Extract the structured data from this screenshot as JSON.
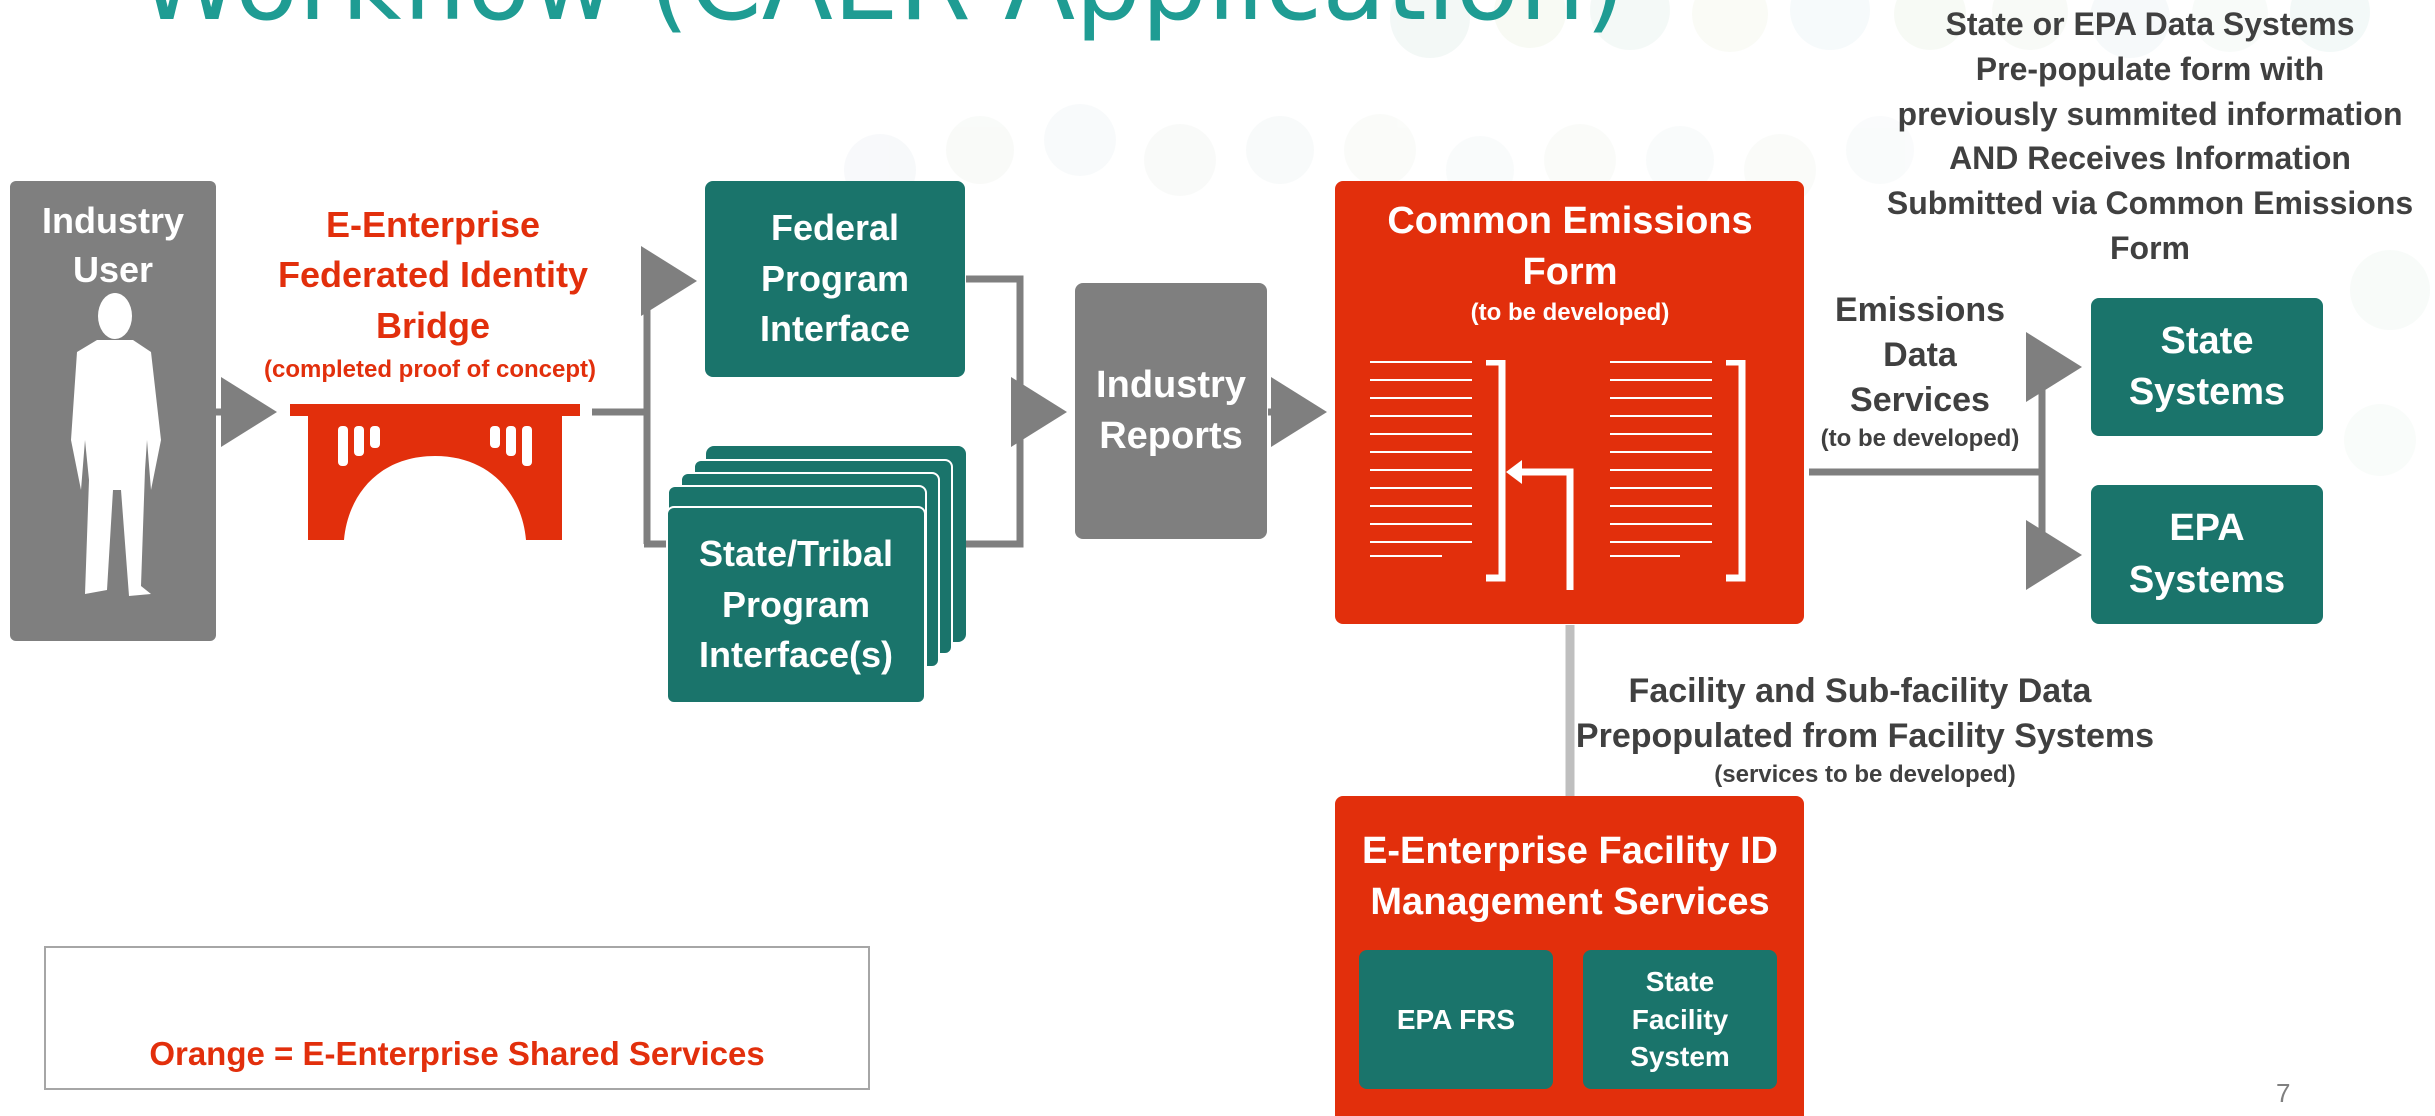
{
  "title": "Workflow (CAER Application)",
  "page_number": "7",
  "industry_user": {
    "label": "Industry User"
  },
  "bridge": {
    "label": "E-Enterprise Federated Identity Bridge",
    "note": "(completed proof of concept)"
  },
  "federal_interface": {
    "label": "Federal Program Interface"
  },
  "state_tribal_interface": {
    "label": "State/Tribal Program Interface(s)"
  },
  "industry_reports": {
    "label": "Industry Reports"
  },
  "common_form": {
    "label": "Common Emissions Form",
    "note": "(to be developed)"
  },
  "state_epa_data_systems": {
    "lines": [
      "State or EPA Data Systems",
      "Pre-populate form with",
      "previously summited information",
      "AND Receives Information",
      "Submitted via Common Emissions",
      "Form"
    ]
  },
  "emissions_services": {
    "label": "Emissions Data Services",
    "note": "(to be developed)"
  },
  "state_systems": {
    "label": "State Systems"
  },
  "epa_systems": {
    "label": "EPA Systems"
  },
  "facility_data": {
    "line1": "Facility and Sub-facility Data",
    "line2": "Prepopulated from Facility Systems",
    "note": "(services to be developed)"
  },
  "facility_mgmt": {
    "label": "E-Enterprise Facility ID Management Services",
    "epa_frs": "EPA FRS",
    "state_facility_system": "State Facility System"
  },
  "legend": {
    "text": "Orange = E-Enterprise Shared Services"
  },
  "colors": {
    "teal": "#1a746b",
    "orange": "#e22f0c",
    "gray": "#7f7f7f",
    "title_teal": "#1f9c93",
    "dark_text": "#404040"
  }
}
